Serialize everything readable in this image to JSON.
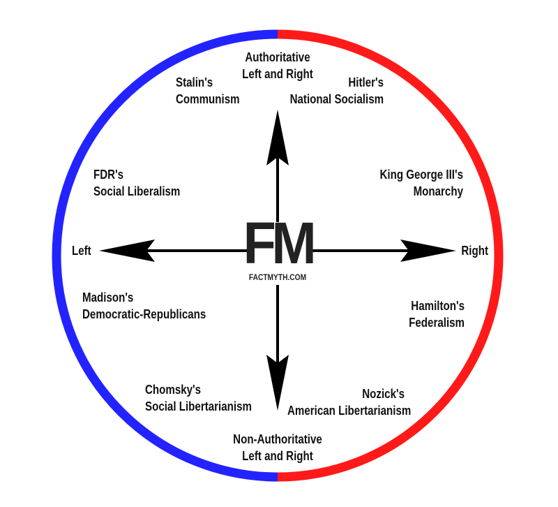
{
  "colors": {
    "left_arc": "#2323ff",
    "right_arc": "#ff1a1a",
    "axes": "#000000",
    "text": "#111111",
    "background": "#ffffff"
  },
  "logo": {
    "mark": "FM",
    "site": "FACTMYTH.COM"
  },
  "axes": {
    "left": "Left",
    "right": "Right",
    "top": [
      "Authoritative",
      "Left and Right"
    ],
    "bottom": [
      "Non-Authoritative",
      "Left and Right"
    ]
  },
  "labels": {
    "stalin": [
      "Stalin's",
      "Communism"
    ],
    "hitler": [
      "Hitler's",
      "National Socialism"
    ],
    "fdr": [
      "FDR's",
      "Social Liberalism"
    ],
    "king_george": [
      "King George III's",
      "Monarchy"
    ],
    "madison": [
      "Madison's",
      "Democratic-Republicans"
    ],
    "hamilton": [
      "Hamilton's",
      "Federalism"
    ],
    "chomsky": [
      "Chomsky's",
      "Social Libertarianism"
    ],
    "nozick": [
      "Nozick's",
      "American Libertarianism"
    ]
  }
}
